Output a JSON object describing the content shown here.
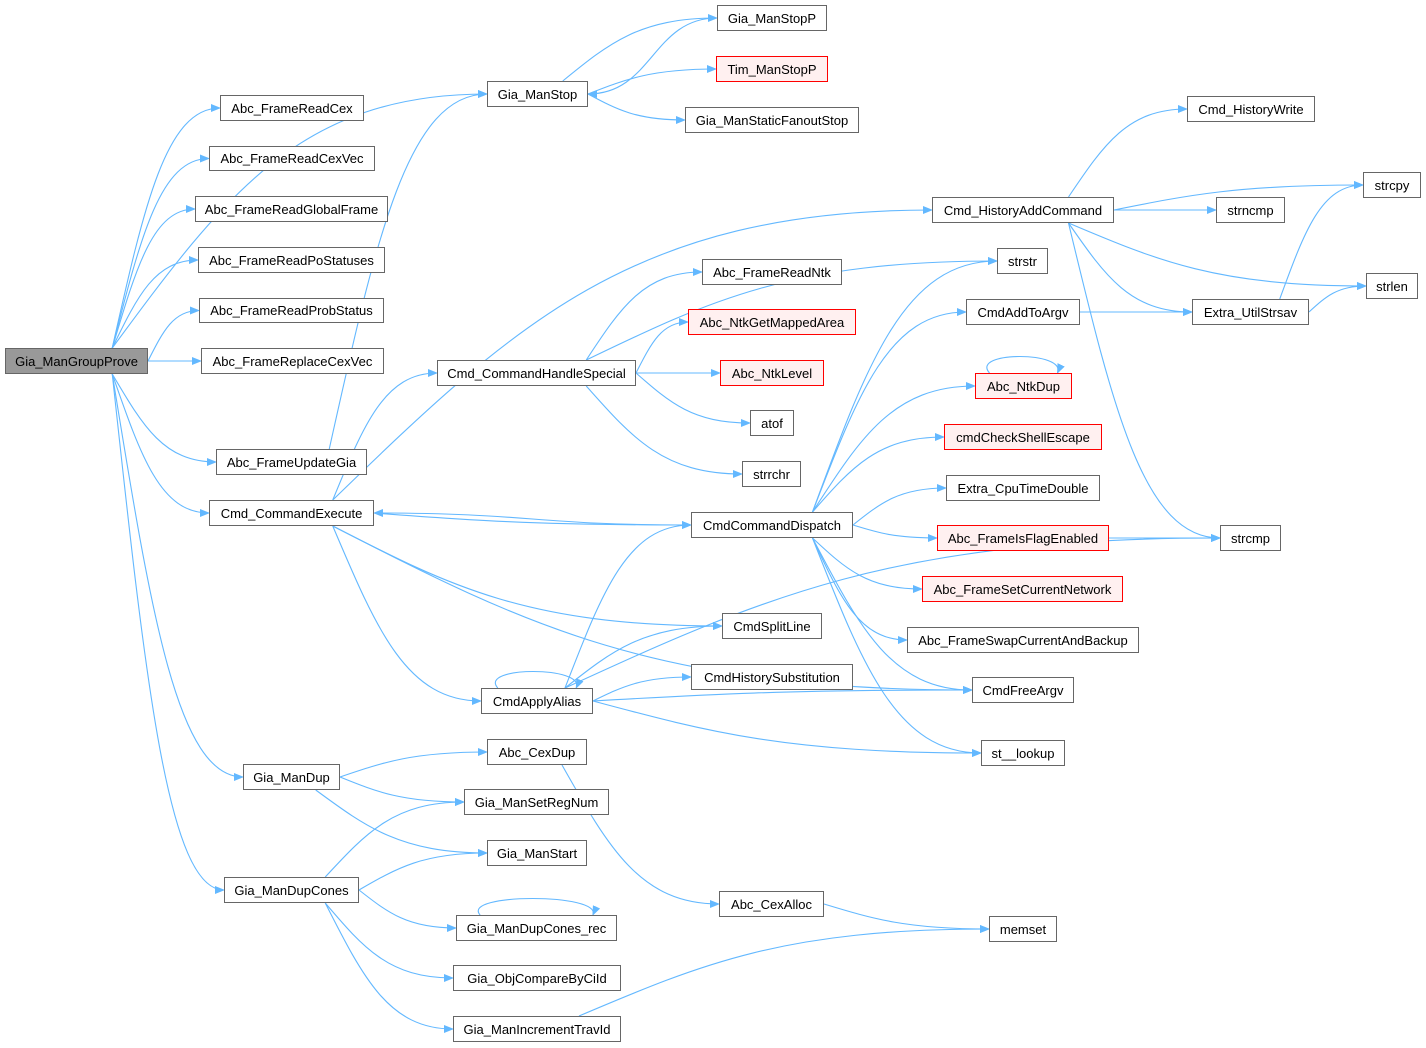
{
  "graph": {
    "edge_color": "#63b8ff",
    "nodes": [
      {
        "label": "Gia_ManGroupProve",
        "style": "root"
      },
      {
        "label": "Abc_FrameReadCex",
        "style": "normal"
      },
      {
        "label": "Abc_FrameReadCexVec",
        "style": "normal"
      },
      {
        "label": "Abc_FrameReadGlobalFrame",
        "style": "normal"
      },
      {
        "label": "Abc_FrameReadPoStatuses",
        "style": "normal"
      },
      {
        "label": "Abc_FrameReadProbStatus",
        "style": "normal"
      },
      {
        "label": "Abc_FrameReplaceCexVec",
        "style": "normal"
      },
      {
        "label": "Abc_FrameUpdateGia",
        "style": "normal"
      },
      {
        "label": "Cmd_CommandExecute",
        "style": "normal"
      },
      {
        "label": "Gia_ManDup",
        "style": "normal"
      },
      {
        "label": "Gia_ManDupCones",
        "style": "normal"
      },
      {
        "label": "Gia_ManStop",
        "style": "normal"
      },
      {
        "label": "Gia_ManStopP",
        "style": "normal"
      },
      {
        "label": "Tim_ManStopP",
        "style": "red"
      },
      {
        "label": "Gia_ManStaticFanoutStop",
        "style": "normal"
      },
      {
        "label": "Cmd_CommandHandleSpecial",
        "style": "normal"
      },
      {
        "label": "Abc_FrameReadNtk",
        "style": "normal"
      },
      {
        "label": "Abc_NtkGetMappedArea",
        "style": "red"
      },
      {
        "label": "Abc_NtkLevel",
        "style": "red"
      },
      {
        "label": "atof",
        "style": "normal"
      },
      {
        "label": "strrchr",
        "style": "normal"
      },
      {
        "label": "CmdCommandDispatch",
        "style": "normal"
      },
      {
        "label": "CmdSplitLine",
        "style": "normal"
      },
      {
        "label": "CmdHistorySubstitution",
        "style": "normal"
      },
      {
        "label": "CmdApplyAlias",
        "style": "normal"
      },
      {
        "label": "Abc_CexDup",
        "style": "normal"
      },
      {
        "label": "Gia_ManSetRegNum",
        "style": "normal"
      },
      {
        "label": "Gia_ManStart",
        "style": "normal"
      },
      {
        "label": "Gia_ManDupCones_rec",
        "style": "normal"
      },
      {
        "label": "Gia_ObjCompareByCiId",
        "style": "normal"
      },
      {
        "label": "Gia_ManIncrementTravId",
        "style": "normal"
      },
      {
        "label": "Abc_CexAlloc",
        "style": "normal"
      },
      {
        "label": "memset",
        "style": "normal"
      },
      {
        "label": "Cmd_HistoryAddCommand",
        "style": "normal"
      },
      {
        "label": "Cmd_HistoryWrite",
        "style": "normal"
      },
      {
        "label": "strcpy",
        "style": "normal"
      },
      {
        "label": "strncmp",
        "style": "normal"
      },
      {
        "label": "strstr",
        "style": "normal"
      },
      {
        "label": "strlen",
        "style": "normal"
      },
      {
        "label": "CmdAddToArgv",
        "style": "normal"
      },
      {
        "label": "Extra_UtilStrsav",
        "style": "normal"
      },
      {
        "label": "Abc_NtkDup",
        "style": "red"
      },
      {
        "label": "cmdCheckShellEscape",
        "style": "red"
      },
      {
        "label": "Extra_CpuTimeDouble",
        "style": "normal"
      },
      {
        "label": "Abc_FrameIsFlagEnabled",
        "style": "red"
      },
      {
        "label": "strcmp",
        "style": "normal"
      },
      {
        "label": "Abc_FrameSetCurrentNetwork",
        "style": "red"
      },
      {
        "label": "Abc_FrameSwapCurrentAndBackup",
        "style": "normal"
      },
      {
        "label": "CmdFreeArgv",
        "style": "normal"
      },
      {
        "label": "st__lookup",
        "style": "normal"
      }
    ],
    "edges": [
      [
        0,
        1
      ],
      [
        0,
        2
      ],
      [
        0,
        3
      ],
      [
        0,
        4
      ],
      [
        0,
        5
      ],
      [
        0,
        6
      ],
      [
        0,
        7
      ],
      [
        0,
        8
      ],
      [
        0,
        9
      ],
      [
        0,
        10
      ],
      [
        0,
        11
      ],
      [
        11,
        12
      ],
      [
        11,
        13
      ],
      [
        11,
        14
      ],
      [
        12,
        11
      ],
      [
        7,
        11
      ],
      [
        8,
        33
      ],
      [
        8,
        15
      ],
      [
        8,
        21
      ],
      [
        8,
        22
      ],
      [
        8,
        24
      ],
      [
        8,
        48
      ],
      [
        21,
        8
      ],
      [
        15,
        16
      ],
      [
        15,
        17
      ],
      [
        15,
        18
      ],
      [
        15,
        19
      ],
      [
        15,
        20
      ],
      [
        15,
        37
      ],
      [
        21,
        37
      ],
      [
        21,
        39
      ],
      [
        21,
        41
      ],
      [
        21,
        42
      ],
      [
        21,
        43
      ],
      [
        21,
        44
      ],
      [
        21,
        46
      ],
      [
        21,
        47
      ],
      [
        21,
        48
      ],
      [
        21,
        49
      ],
      [
        24,
        24
      ],
      [
        24,
        21
      ],
      [
        24,
        22
      ],
      [
        24,
        23
      ],
      [
        24,
        48
      ],
      [
        24,
        49
      ],
      [
        24,
        45
      ],
      [
        33,
        34
      ],
      [
        33,
        35
      ],
      [
        33,
        36
      ],
      [
        33,
        38
      ],
      [
        33,
        40
      ],
      [
        33,
        45
      ],
      [
        39,
        40
      ],
      [
        40,
        35
      ],
      [
        40,
        38
      ],
      [
        44,
        45
      ],
      [
        41,
        41
      ],
      [
        9,
        25
      ],
      [
        9,
        26
      ],
      [
        9,
        27
      ],
      [
        25,
        31
      ],
      [
        31,
        32
      ],
      [
        10,
        26
      ],
      [
        10,
        27
      ],
      [
        10,
        28
      ],
      [
        10,
        29
      ],
      [
        10,
        30
      ],
      [
        28,
        28
      ],
      [
        30,
        32
      ]
    ]
  }
}
